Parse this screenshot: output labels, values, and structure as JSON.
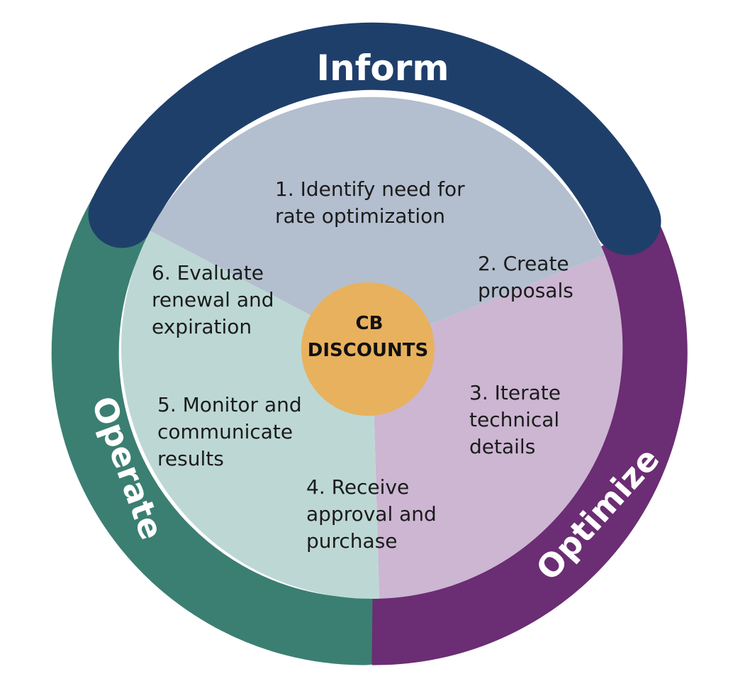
{
  "colors": {
    "inform": "#1f3f6b",
    "optimize": "#6b2d73",
    "operate": "#3b7f72",
    "inform_sector": "#b3bfcf",
    "optimize_sector": "#ccb6d2",
    "operate_sector": "#bdd8d4",
    "center": "#e8b15e"
  },
  "phases": {
    "inform": "Inform",
    "optimize": "Optimize",
    "operate": "Operate"
  },
  "center": {
    "line1": "CB",
    "line2": "DISCOUNTS"
  },
  "steps": [
    {
      "lines": [
        "1. Identify need for",
        "rate optimization"
      ]
    },
    {
      "lines": [
        "2. Create",
        "proposals"
      ]
    },
    {
      "lines": [
        "3. Iterate",
        "technical",
        "details"
      ]
    },
    {
      "lines": [
        "4. Receive",
        "approval and",
        "purchase"
      ]
    },
    {
      "lines": [
        "5. Monitor and",
        "communicate",
        "results"
      ]
    },
    {
      "lines": [
        "6. Evaluate",
        "renewal and",
        "expiration"
      ]
    }
  ]
}
